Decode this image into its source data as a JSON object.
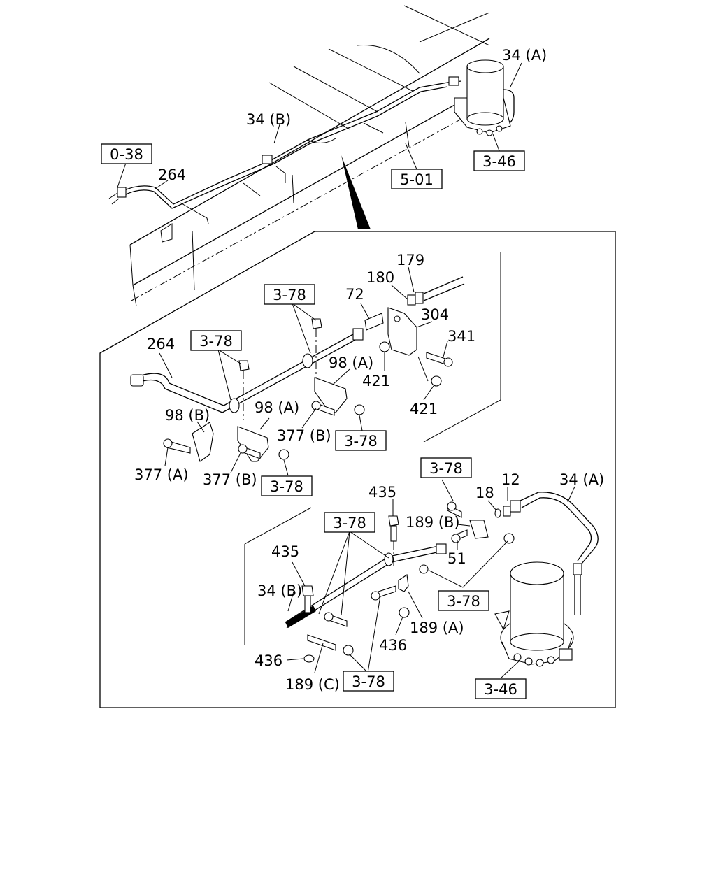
{
  "colors": {
    "line": "#000000",
    "background": "#ffffff"
  },
  "overview": {
    "ref_0_38": "0-38",
    "ref_5_01": "5-01",
    "ref_3_46": "3-46",
    "lbl_34a": "34 (A)",
    "lbl_34b": "34 (B)",
    "lbl_264": "264"
  },
  "upper_detail": {
    "lbl_264": "264",
    "ref_3_78_a": "3-78",
    "ref_3_78_b": "3-78",
    "ref_3_78_c": "3-78",
    "ref_3_78_d": "3-78",
    "lbl_179": "179",
    "lbl_180": "180",
    "lbl_72": "72",
    "lbl_304": "304",
    "lbl_341": "341",
    "lbl_421_a": "421",
    "lbl_421_b": "421",
    "lbl_98a_1": "98 (A)",
    "lbl_98a_2": "98 (A)",
    "lbl_98b": "98 (B)",
    "lbl_377a": "377 (A)",
    "lbl_377b_1": "377 (B)",
    "lbl_377b_2": "377 (B)"
  },
  "lower_detail": {
    "ref_3_78_a": "3-78",
    "ref_3_78_b": "3-78",
    "ref_3_78_c": "3-78",
    "ref_3_78_d": "3-78",
    "ref_3_46": "3-46",
    "lbl_435_a": "435",
    "lbl_435_b": "435",
    "lbl_18": "18",
    "lbl_12": "12",
    "lbl_34a": "34 (A)",
    "lbl_34b": "34 (B)",
    "lbl_189b": "189 (B)",
    "lbl_189a": "189 (A)",
    "lbl_189c": "189 (C)",
    "lbl_51": "51",
    "lbl_436_a": "436",
    "lbl_436_b": "436"
  }
}
